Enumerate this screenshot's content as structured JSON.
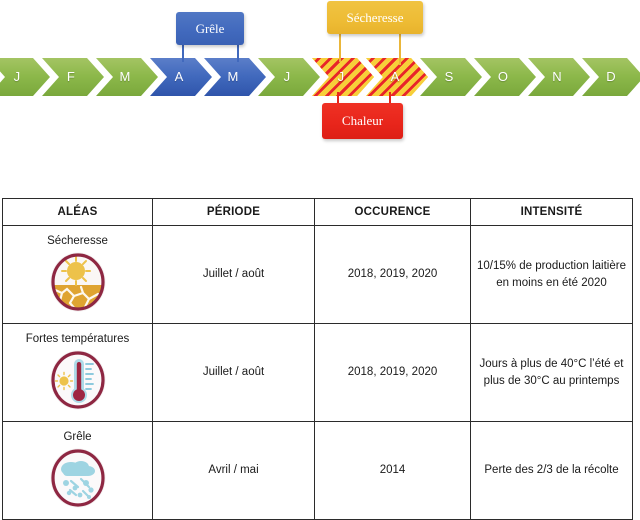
{
  "timeline": {
    "months": [
      {
        "label": "J",
        "name": "january",
        "state": "normal"
      },
      {
        "label": "F",
        "name": "february",
        "state": "normal"
      },
      {
        "label": "M",
        "name": "march",
        "state": "normal"
      },
      {
        "label": "A",
        "name": "april",
        "state": "hail"
      },
      {
        "label": "M",
        "name": "may",
        "state": "hail"
      },
      {
        "label": "J",
        "name": "june",
        "state": "normal"
      },
      {
        "label": "J",
        "name": "july",
        "state": "drought-heat"
      },
      {
        "label": "A",
        "name": "august",
        "state": "drought-heat"
      },
      {
        "label": "S",
        "name": "september",
        "state": "normal"
      },
      {
        "label": "O",
        "name": "october",
        "state": "normal"
      },
      {
        "label": "N",
        "name": "november",
        "state": "normal"
      },
      {
        "label": "D",
        "name": "december",
        "state": "normal"
      }
    ],
    "callouts": {
      "hail": "Grêle",
      "drought": "Sécheresse",
      "heat": "Chaleur"
    },
    "colors": {
      "normal": "#8cb84a",
      "hail": "#4169bd",
      "drought": "#eebc35",
      "heat": "#e8251b",
      "hatch_base": "#f2c230",
      "hatch_stripe": "#e8252a"
    }
  },
  "table": {
    "headers": {
      "hazard": "ALÉAS",
      "period": "PÉRIODE",
      "occurrence": "OCCURENCE",
      "intensity": "INTENSITÉ"
    },
    "rows": [
      {
        "hazard": "Sécheresse",
        "icon": "drought-icon",
        "period": "Juillet / août",
        "occurrence": "2018, 2019, 2020",
        "intensity": "10/15% de production laitière en moins en été 2020"
      },
      {
        "hazard": "Fortes températures",
        "icon": "thermometer-icon",
        "period": "Juillet / août",
        "occurrence": "2018, 2019, 2020",
        "intensity": "Jours à plus de 40°C l’été et plus de 30°C au printemps"
      },
      {
        "hazard": "Grêle",
        "icon": "hail-icon",
        "period": "Avril / mai",
        "occurrence": "2014",
        "intensity": "Perte des 2/3 de la récolte"
      }
    ],
    "icon_ring_color": "#8e2742"
  }
}
